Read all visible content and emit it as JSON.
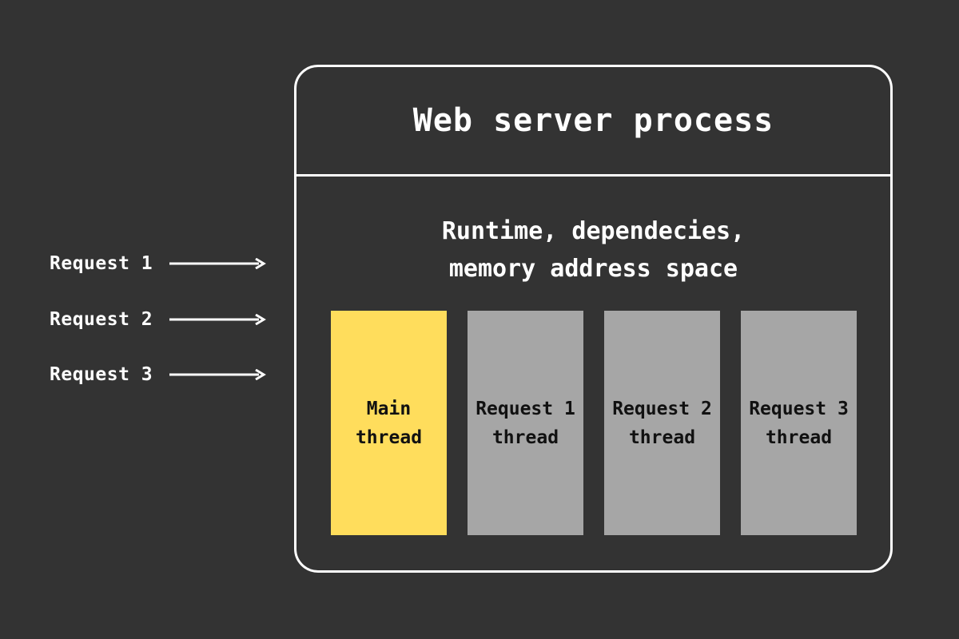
{
  "colors": {
    "background": "#333333",
    "line": "#ffffff",
    "main_thread": "#FFDD5C",
    "request_thread": "#A6A6A6",
    "thread_text": "#111111"
  },
  "requests": [
    {
      "label": "Request 1"
    },
    {
      "label": "Request 2"
    },
    {
      "label": "Request 3"
    }
  ],
  "process": {
    "title": "Web server process",
    "runtime_lines": [
      "Runtime, dependecies,",
      "memory address space"
    ]
  },
  "threads": [
    {
      "line1": "Main",
      "line2": "thread",
      "kind": "main"
    },
    {
      "line1": "Request 1",
      "line2": "thread",
      "kind": "request"
    },
    {
      "line1": "Request 2",
      "line2": "thread",
      "kind": "request"
    },
    {
      "line1": "Request 3",
      "line2": "thread",
      "kind": "request"
    }
  ]
}
